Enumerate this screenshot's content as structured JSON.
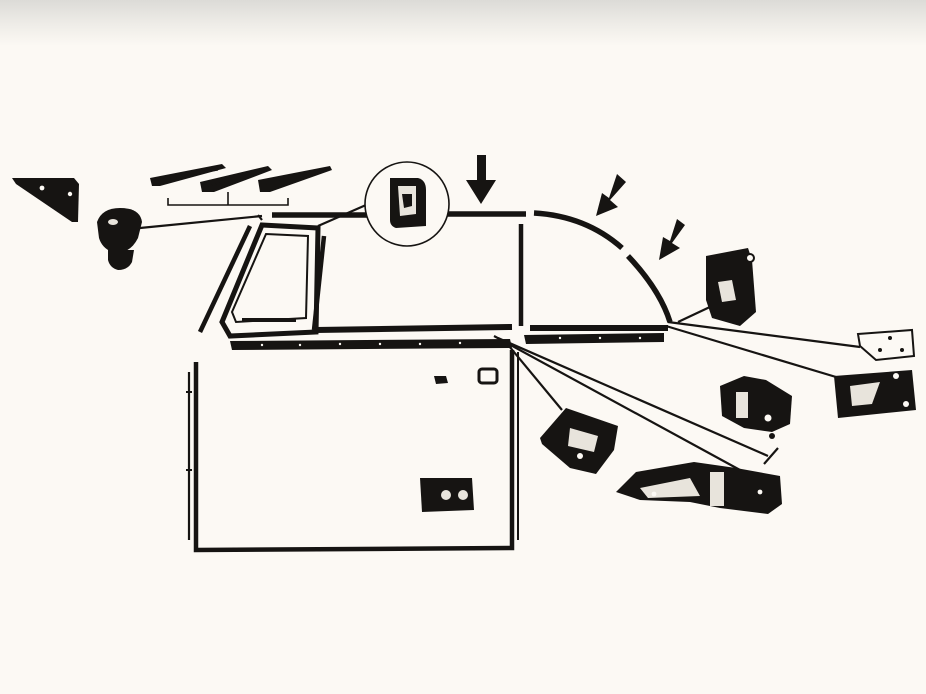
{
  "figure": {
    "kind": "exploded parts illustration",
    "colors": {
      "background": "#fcf9f4",
      "ink": "#161412",
      "paper_shadow": "#dcdbd7",
      "part_highlight": "#e8e4dc"
    },
    "arrows": 3,
    "callout_icon": "magnifier-circle"
  }
}
